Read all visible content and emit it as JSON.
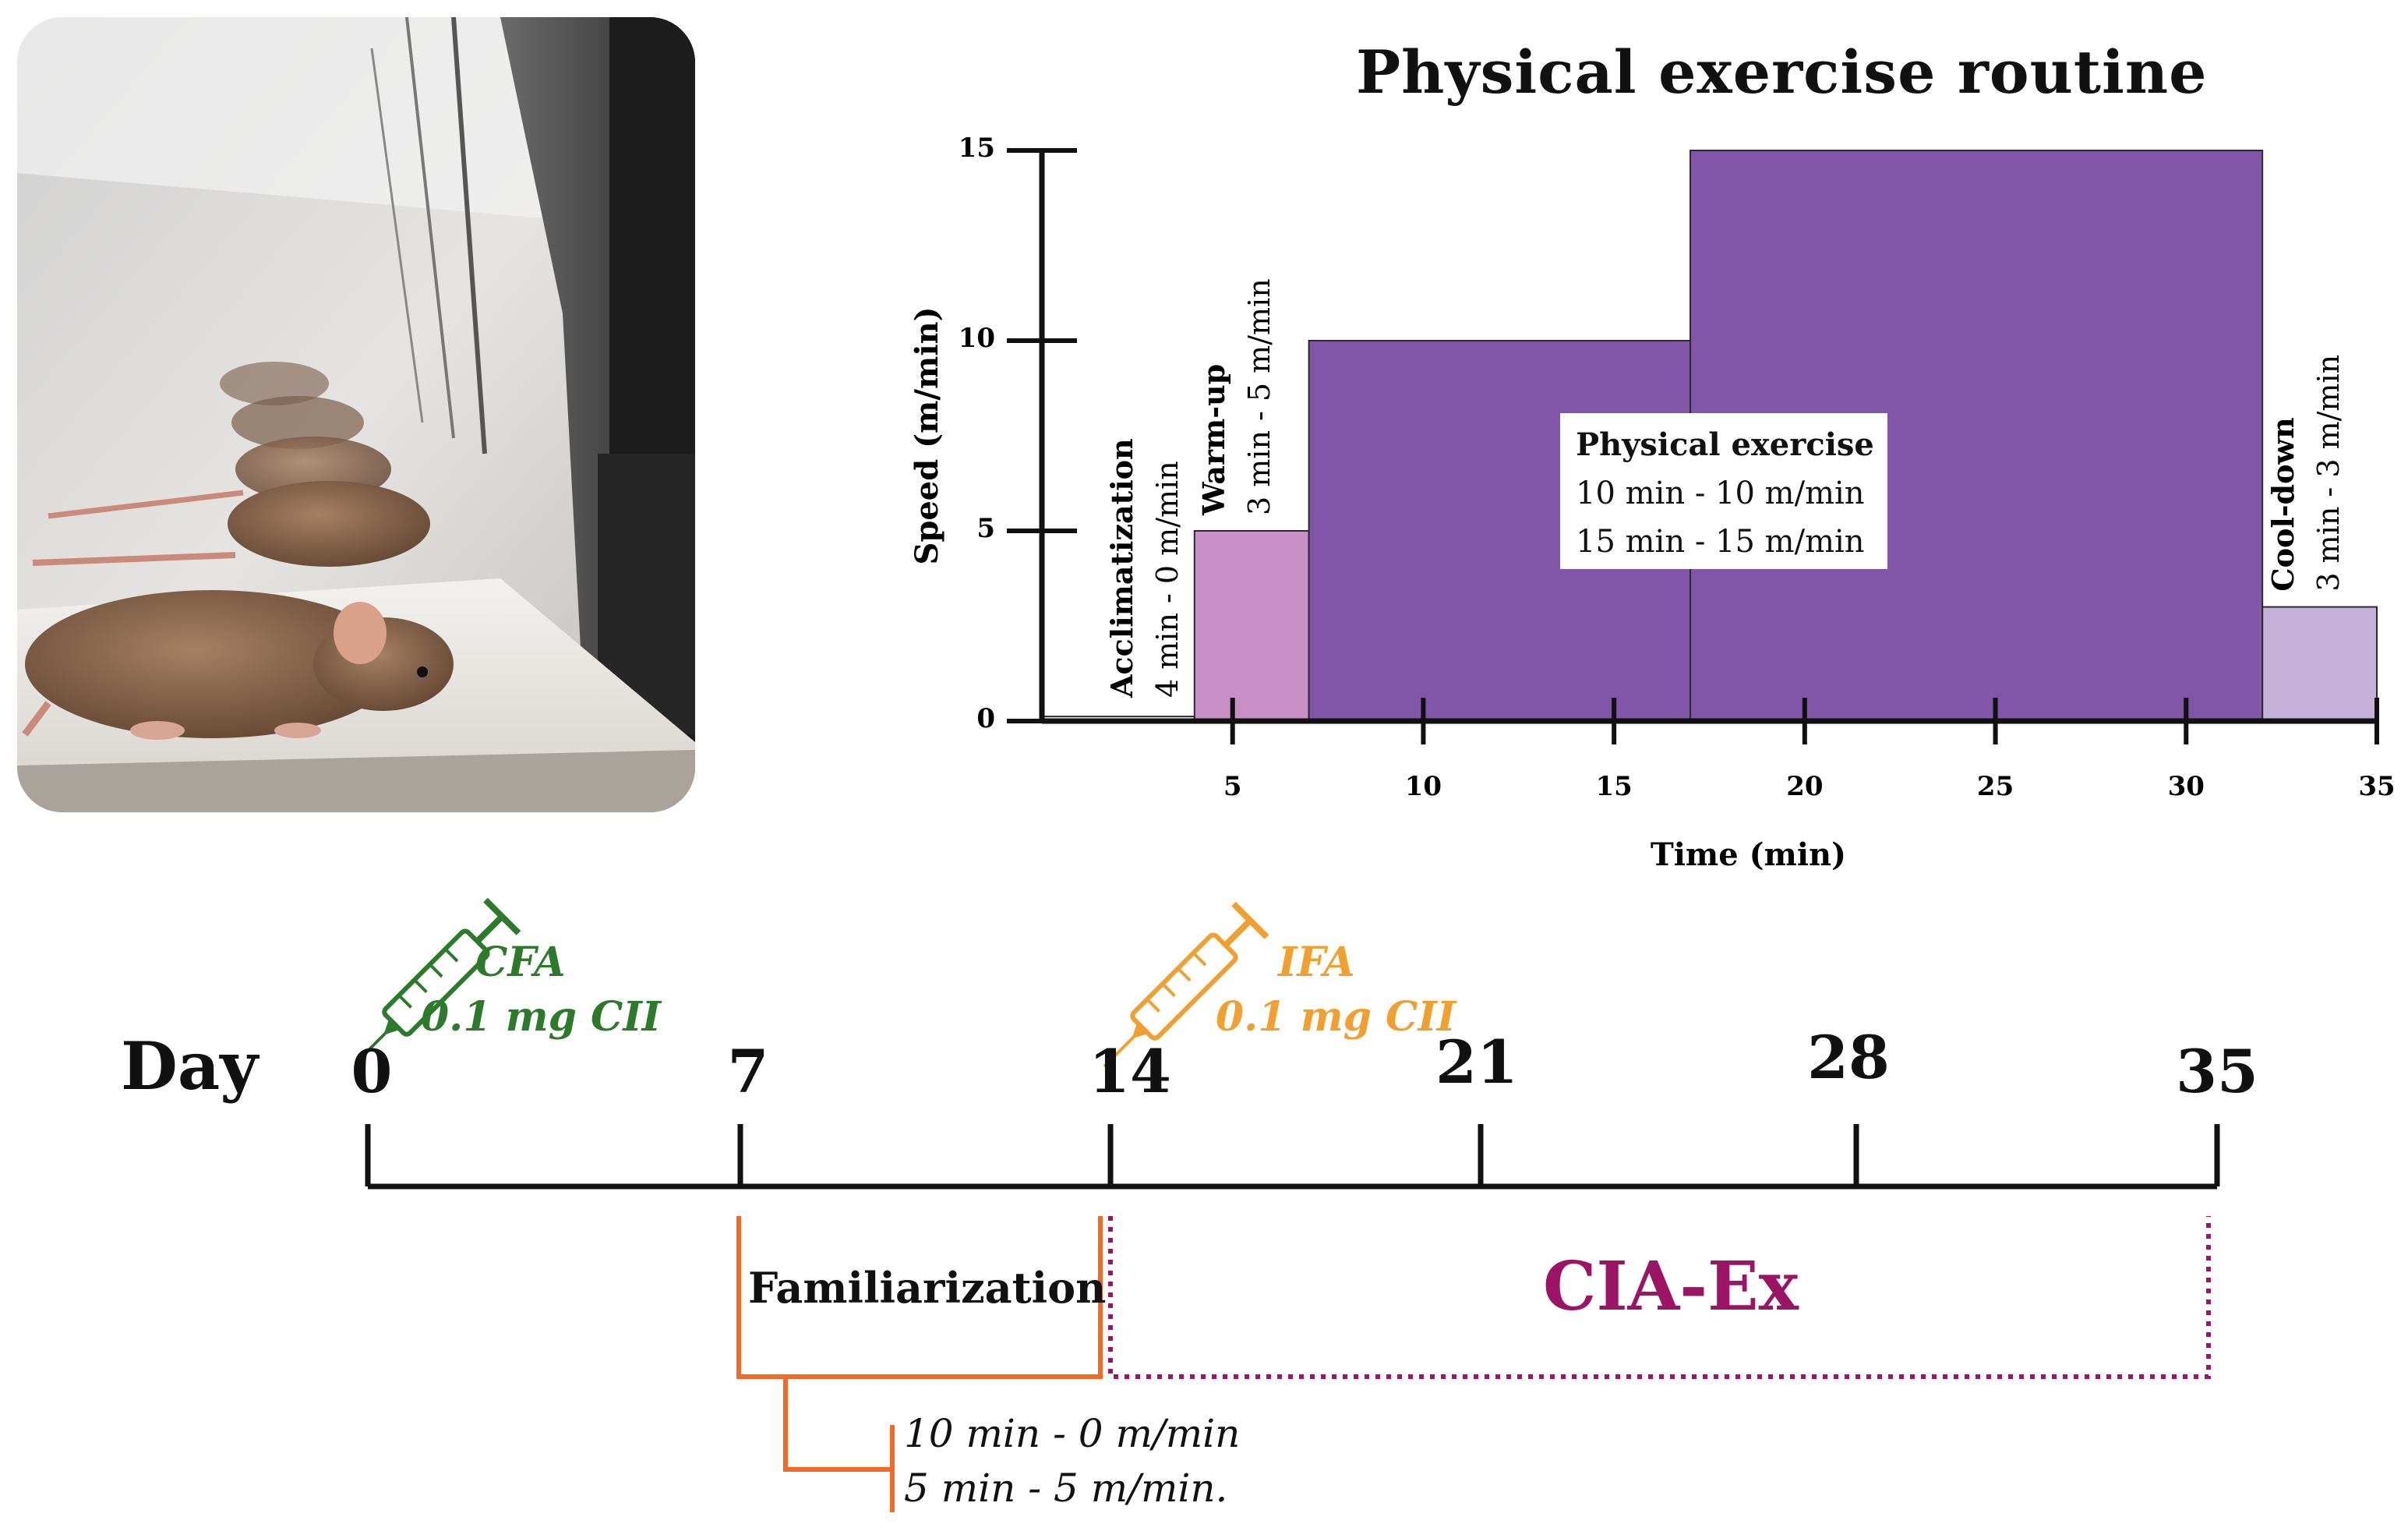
{
  "chart_data": {
    "type": "area",
    "title": "Physical exercise routine",
    "xlabel": "Time (min)",
    "ylabel": "Speed (m/min)",
    "xlim": [
      0,
      35
    ],
    "ylim": [
      0,
      15
    ],
    "x_ticks": [
      "5",
      "10",
      "15",
      "20",
      "25",
      "30",
      "35"
    ],
    "y_ticks": [
      "0",
      "5",
      "10",
      "15"
    ],
    "segments": [
      {
        "name": "Acclimatization",
        "start": 0,
        "end": 4,
        "speed": 0,
        "color": "#ffffff",
        "note": "4 min - 0 m/min"
      },
      {
        "name": "Warm-up",
        "start": 4,
        "end": 7,
        "speed": 5,
        "color": "#c990c8",
        "note": "3 min - 5 m/min"
      },
      {
        "name": "Physical exercise",
        "start": 7,
        "end": 17,
        "speed": 10,
        "color": "#8156a8"
      },
      {
        "name": "Physical exercise",
        "start": 17,
        "end": 32,
        "speed": 15,
        "color": "#8156a8"
      },
      {
        "name": "Cool-down",
        "start": 32,
        "end": 35,
        "speed": 3,
        "color": "#c5b0d8",
        "note": "3 min - 3 m/min"
      }
    ],
    "exercise_box": {
      "title": "Physical exercise",
      "line1": "10 min - 10 m/min",
      "line2": "15 min - 15 m/min"
    }
  },
  "timeline": {
    "label": "Day",
    "days": [
      "0",
      "7",
      "14",
      "21",
      "28",
      "35"
    ],
    "injections": [
      {
        "agent": "CFA",
        "dose": "0.1 mg CII",
        "day": "0",
        "color": "#2d7a2d"
      },
      {
        "agent": "IFA",
        "dose": "0.1 mg CII",
        "day": "14",
        "color": "#f0a030"
      }
    ],
    "familiarization": {
      "label": "Familiarization",
      "detail1": "10 min - 0 m/min",
      "detail2": "5 min - 5 m/min.",
      "color": "#f06a2a"
    },
    "cia_ex": {
      "label": "CIA-Ex",
      "color": "#9c1466"
    }
  },
  "photo": {
    "subject": "mice on treadmill"
  }
}
